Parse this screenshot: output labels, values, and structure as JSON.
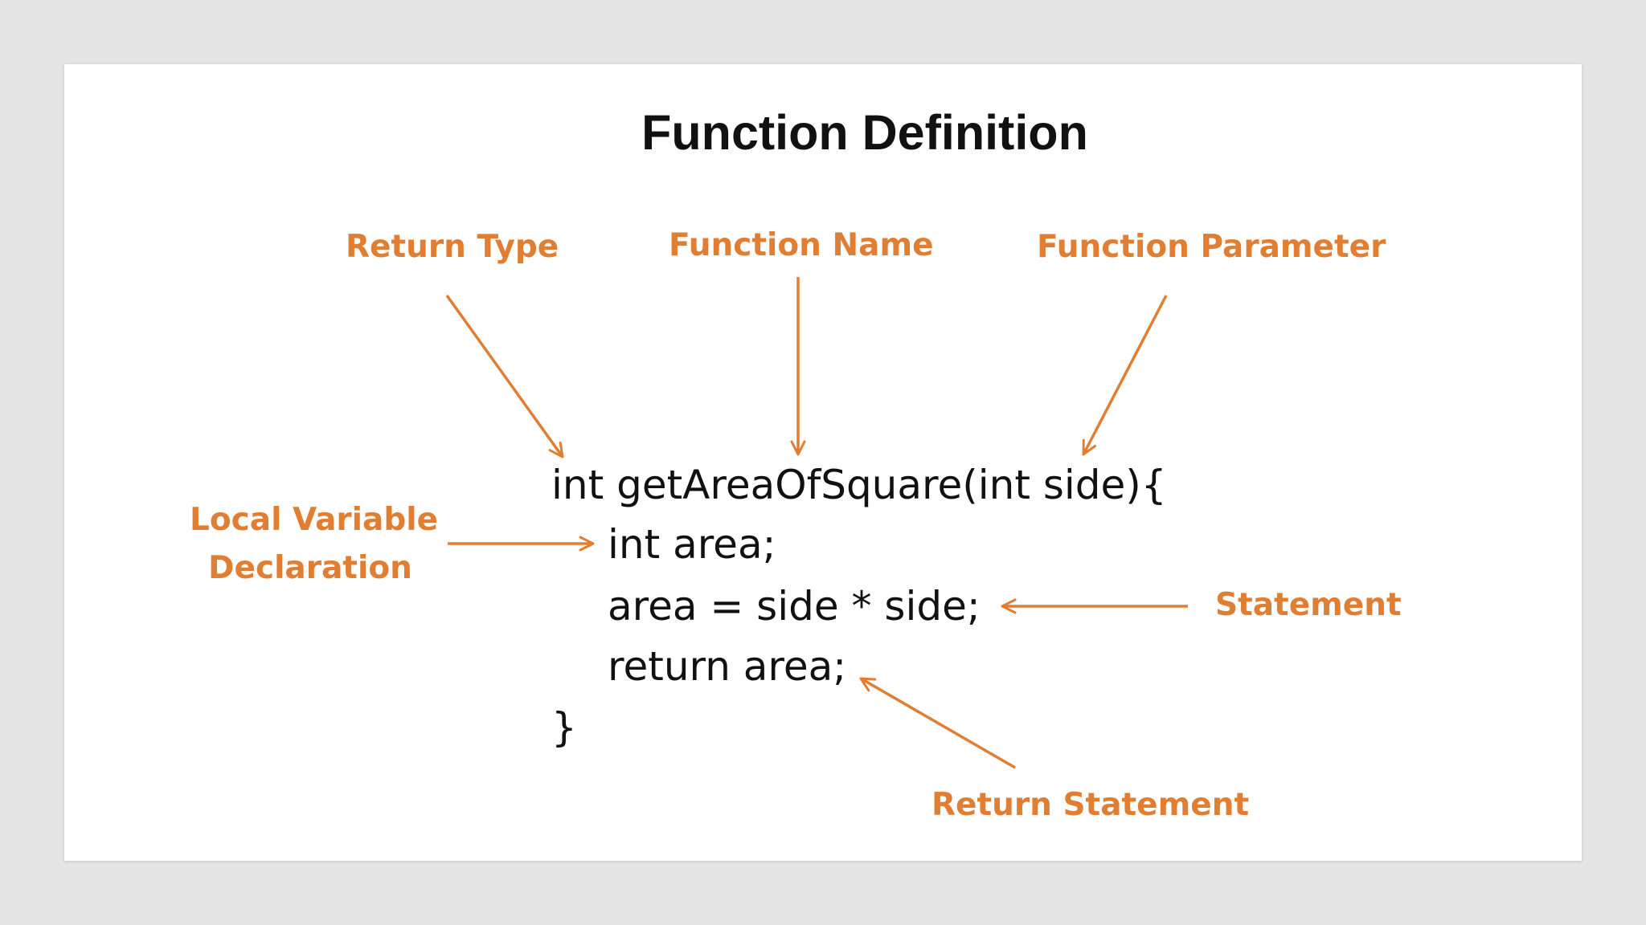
{
  "diagram": {
    "title": "Function Definition",
    "accent_color": "#e07e33",
    "labels": {
      "return_type": "Return Type",
      "function_name": "Function Name",
      "function_parameter": "Function Parameter",
      "local_variable_line1": "Local Variable",
      "local_variable_line2": "Declaration",
      "statement": "Statement",
      "return_statement": "Return Statement"
    },
    "code": {
      "line1": "int getAreaOfSquare(int side){",
      "line2": "int area;",
      "line3": "area = side * side;",
      "line4": "return area;",
      "line5": "}"
    }
  }
}
